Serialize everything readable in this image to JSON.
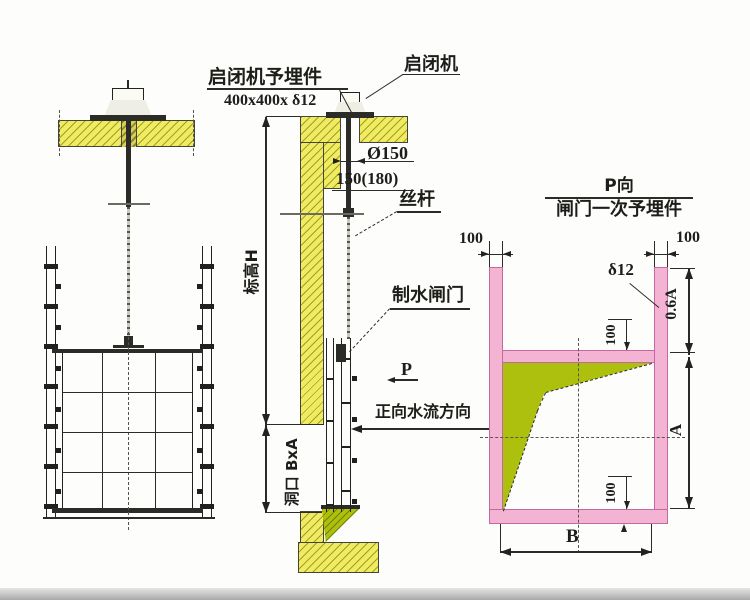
{
  "drawing": {
    "section_view": {
      "hoist_embed_label": "启闭机予埋件",
      "hoist_embed_size": "400x400x δ12",
      "hoist_label": "启闭机",
      "hole_diameter": "Ø150",
      "slab_thickness": "150(180)",
      "screw_rod_label": "丝杆",
      "elevation_label": "标高H",
      "gate_label": "制水闸门",
      "section_marker": "P",
      "flow_direction_label": "正向水流方向",
      "opening_label": "洞口 BxA"
    },
    "side_view": {
      "view_title": "P向",
      "view_subtitle": "闸门一次予埋件",
      "edge_offset": "100",
      "plate_thickness": "δ12",
      "travel_height": "0.6A",
      "opening_height": "A",
      "opening_width": "B"
    },
    "colors": {
      "concrete": "#f0ec60",
      "gate_plate": "#adc00e",
      "embed_plate": "#f5b3d4",
      "line": "#2b2b28"
    }
  }
}
